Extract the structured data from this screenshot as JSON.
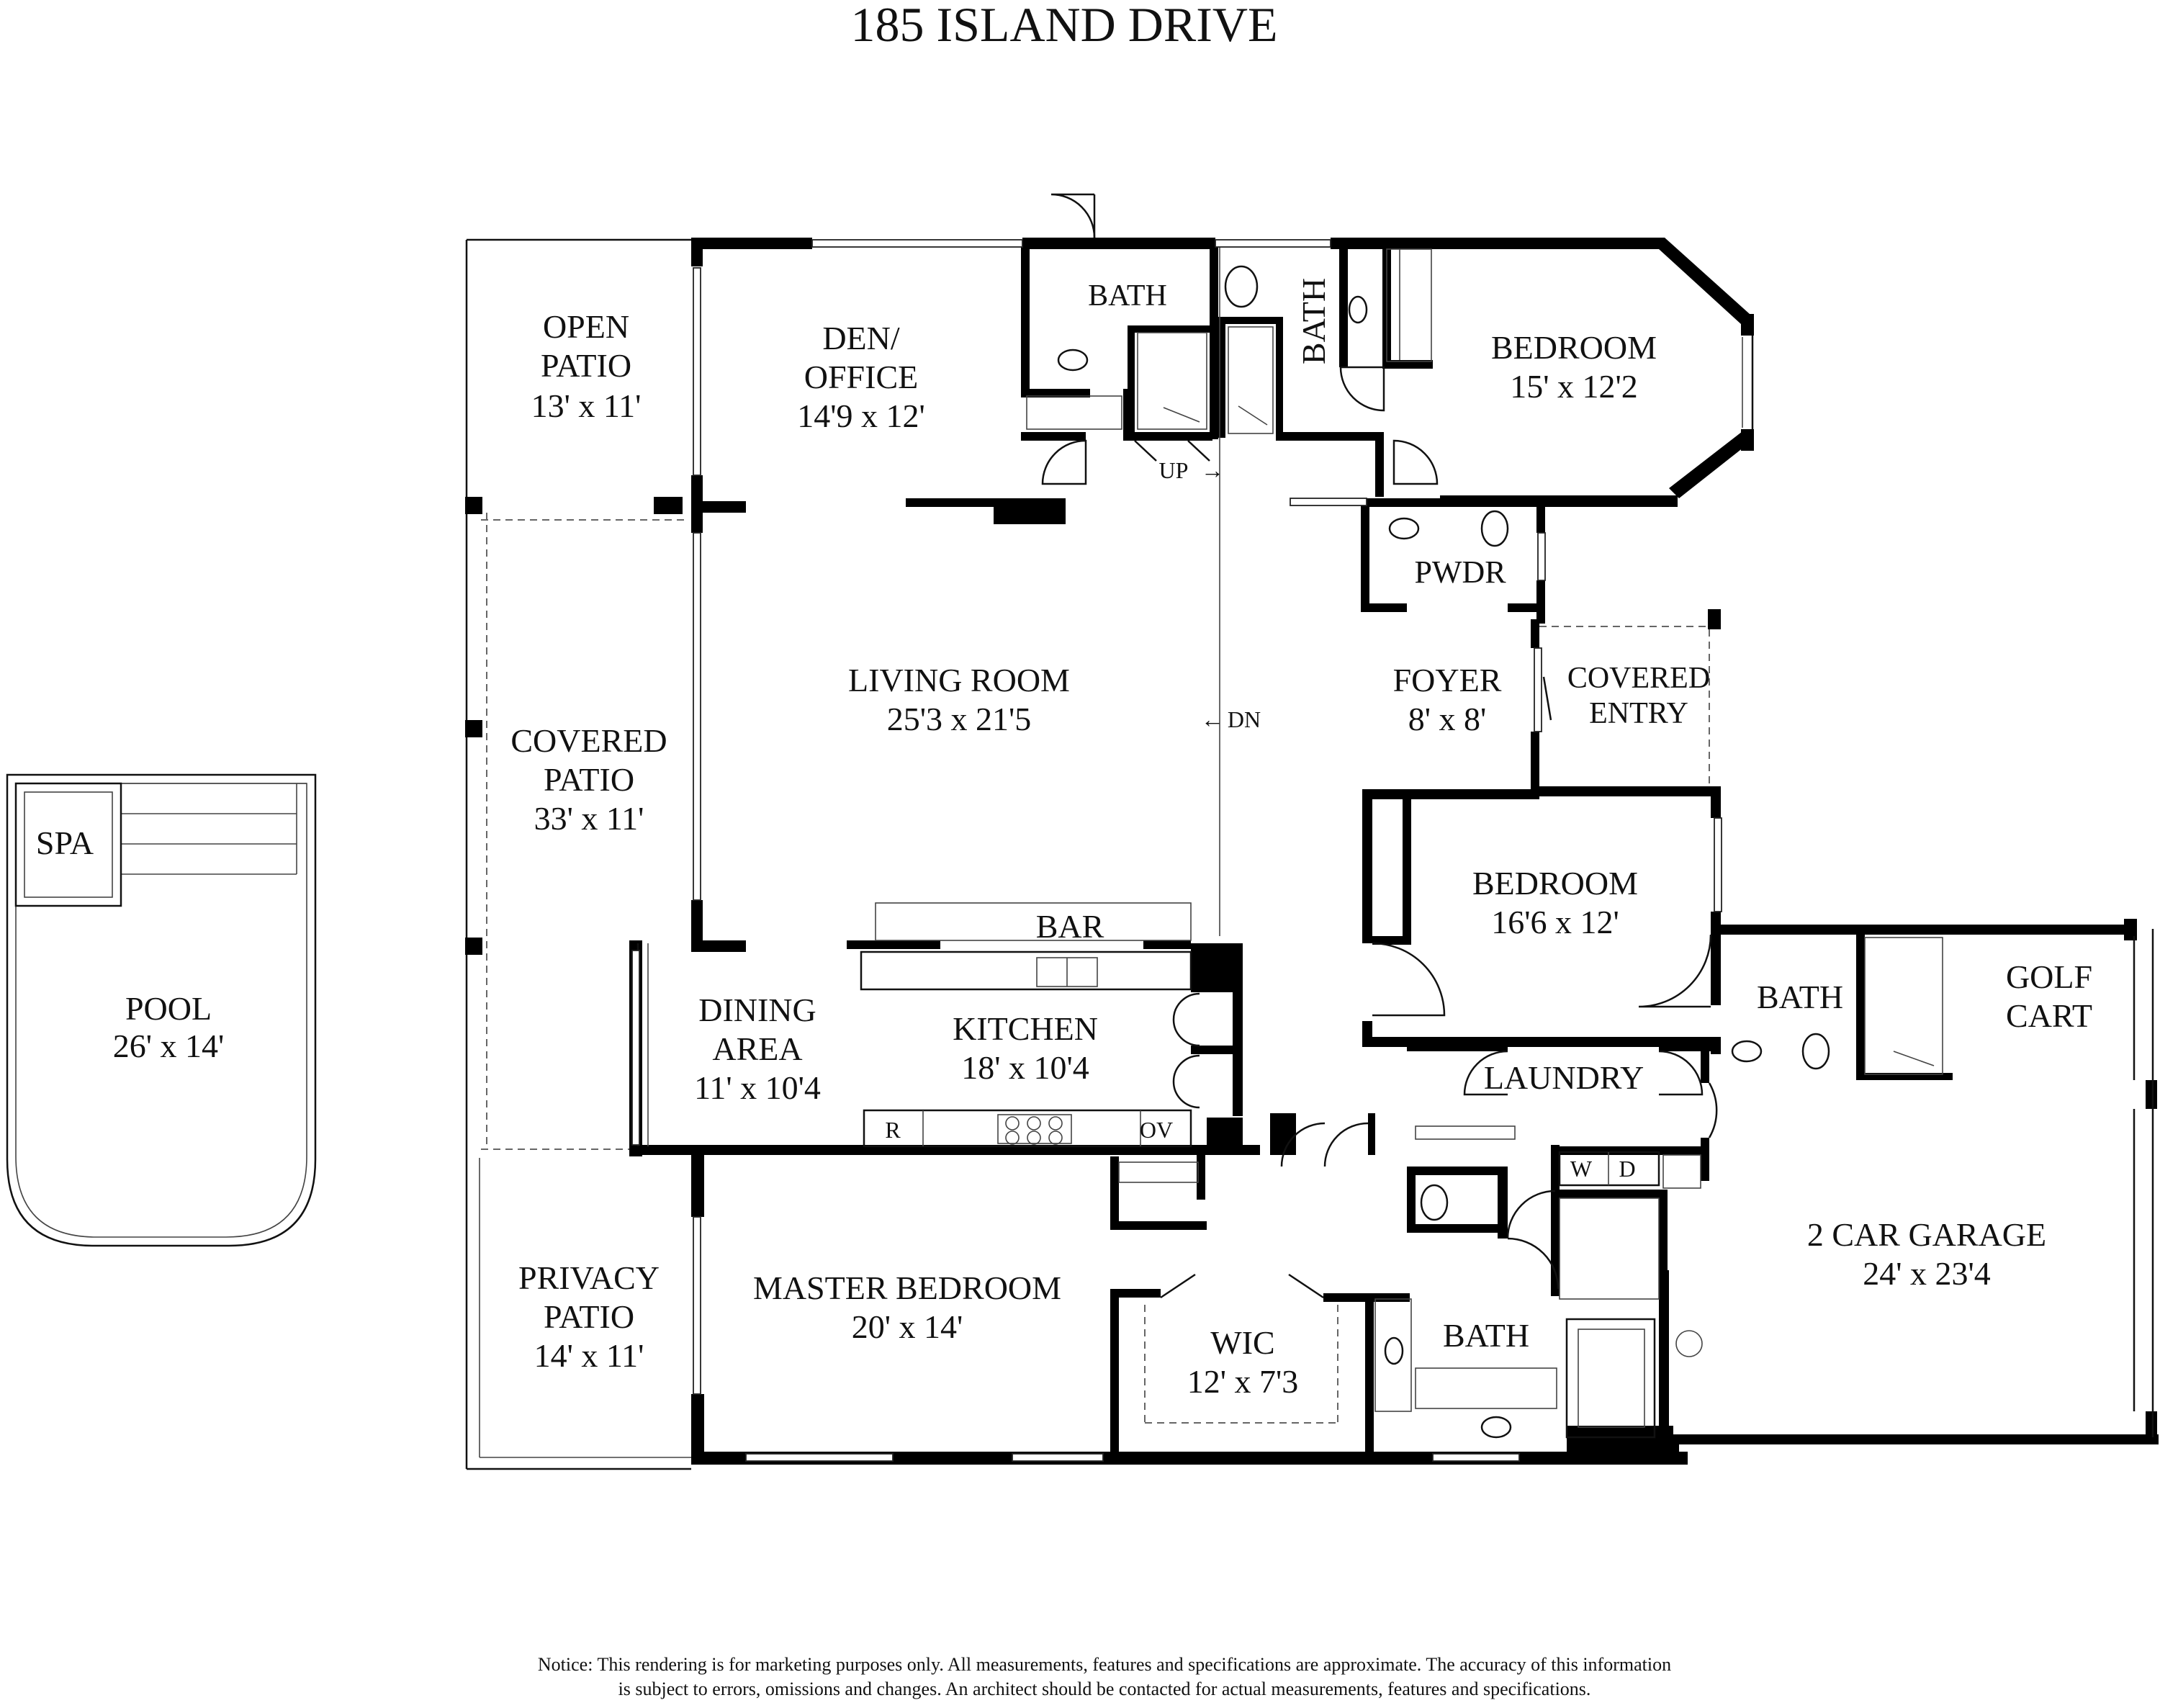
{
  "title": "185 ISLAND DRIVE",
  "rooms": {
    "open_patio": {
      "name_1": "OPEN",
      "name_2": "PATIO",
      "dims": "13' x 11'"
    },
    "den_office": {
      "name_1": "DEN/",
      "name_2": "OFFICE",
      "dims": "14'9 x 12'"
    },
    "bath_den": {
      "name": "BATH"
    },
    "bath_vertical": {
      "name": "BATH"
    },
    "bedroom_1": {
      "name": "BEDROOM",
      "dims": "15' x 12'2"
    },
    "pwdr": {
      "name": "PWDR"
    },
    "covered_patio": {
      "name_1": "COVERED",
      "name_2": "PATIO",
      "dims": "33' x 11'"
    },
    "living_room": {
      "name": "LIVING ROOM",
      "dims": "25'3 x 21'5"
    },
    "foyer": {
      "name": "FOYER",
      "dims": "8' x 8'"
    },
    "covered_entry": {
      "name_1": "COVERED",
      "name_2": "ENTRY"
    },
    "bedroom_2": {
      "name": "BEDROOM",
      "dims": "16'6 x 12'"
    },
    "bath_bedroom2": {
      "name": "BATH"
    },
    "golf_cart": {
      "name_1": "GOLF",
      "name_2": "CART"
    },
    "bar": {
      "name": "BAR"
    },
    "dining": {
      "name_1": "DINING",
      "name_2": "AREA",
      "dims": "11' x 10'4"
    },
    "kitchen": {
      "name": "KITCHEN",
      "dims": "18' x 10'4"
    },
    "laundry": {
      "name": "LAUNDRY"
    },
    "privacy_patio": {
      "name_1": "PRIVACY",
      "name_2": "PATIO",
      "dims": "14' x 11'"
    },
    "master_bedroom": {
      "name": "MASTER BEDROOM",
      "dims": "20' x 14'"
    },
    "wic": {
      "name": "WIC",
      "dims": "12' x 7'3"
    },
    "master_bath": {
      "name": "BATH"
    },
    "garage": {
      "name": "2 CAR GARAGE",
      "dims": "24' x 23'4"
    },
    "pool": {
      "name": "POOL",
      "dims": "26' x 14'"
    },
    "spa": {
      "name": "SPA"
    }
  },
  "labels": {
    "up": "UP",
    "dn": "DN",
    "refrigerator": "R",
    "oven": "OV",
    "washer": "W",
    "dryer": "D"
  },
  "notice": {
    "line_1": "Notice: This rendering is for marketing purposes only. All measurements, features and specifications are approximate. The accuracy of this information",
    "line_2": "is subject to errors, omissions and changes. An architect should be contacted for actual measurements, features and specifications."
  }
}
